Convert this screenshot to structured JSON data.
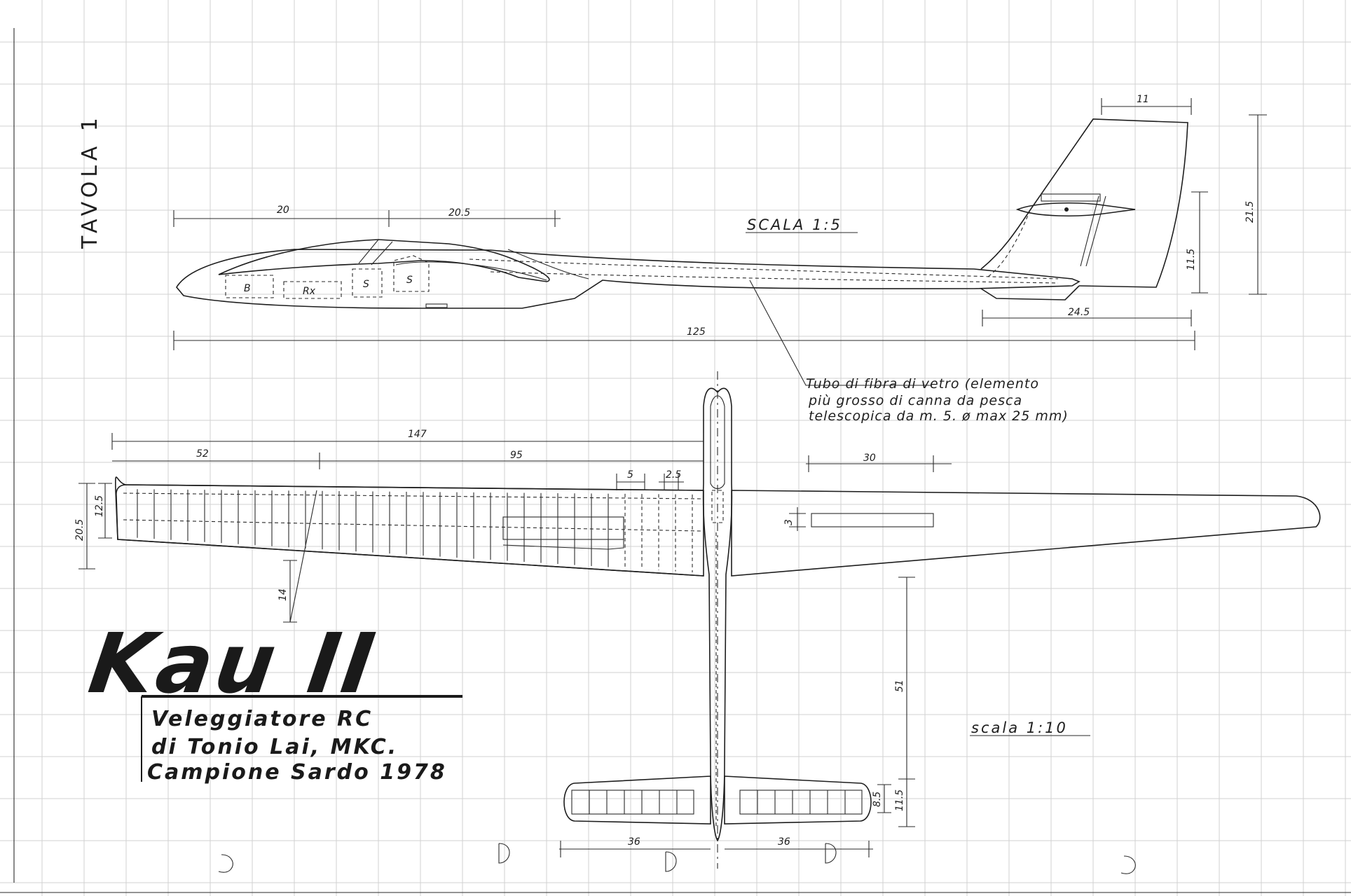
{
  "sheet": {
    "tavola": "TAVOLA 1",
    "scale_side": "SCALA  1:5",
    "scale_plan": "scala  1:10"
  },
  "title": {
    "name": "Kau II",
    "line1": "Veleggiatore  RC",
    "line2": "di  Tonio Lai,  MKC.",
    "line3": "Campione Sardo  1978"
  },
  "note": {
    "line1": "Tubo di fibra di vetro (elemento",
    "line2": "più grosso di canna da pesca",
    "line3": "telescopica da m. 5. ø max 25 mm)"
  },
  "compartments": {
    "battery": "B",
    "receiver": "Rx",
    "servo1": "S",
    "servo2": "S"
  },
  "dims_side": {
    "nose": "20",
    "cabin": "20.5",
    "length": "125",
    "fin_top": "11",
    "fin_height": "21.5",
    "rudder": "11.5",
    "fin_root": "24.5"
  },
  "dims_plan": {
    "half_span": "147",
    "tip_panel": "52",
    "inner_panel": "95",
    "spar1": "5",
    "spar2": "2.5",
    "spoiler": "30",
    "spoiler_width": "3",
    "root_chord": "20.5",
    "tip_chord": "12.5",
    "dihedral": "14",
    "tail_arm": "51",
    "tail_chord": "11.5",
    "elevator": "8.5",
    "stab_left": "36",
    "stab_right": "36"
  }
}
